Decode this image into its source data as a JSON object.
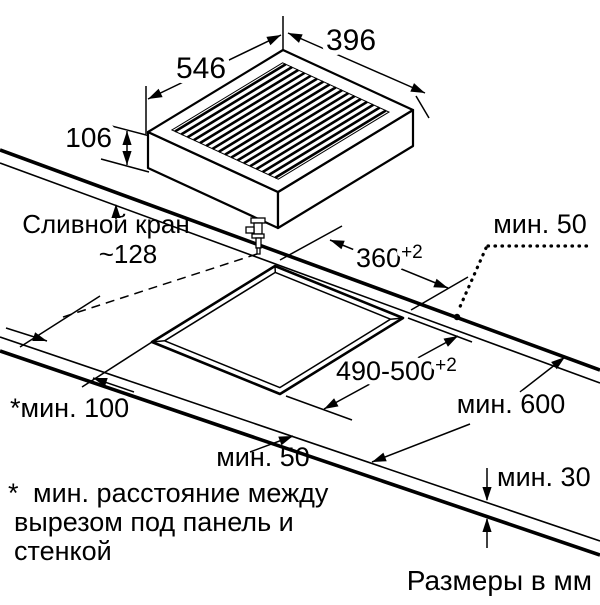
{
  "diagram": {
    "units_note": "Размеры в мм",
    "appliance": {
      "width_label": "546",
      "depth_label": "396",
      "build_in_height_label": "106",
      "drain_label": "Сливной кран",
      "drain_distance_label": "~128"
    },
    "cutout": {
      "depth_value": "360",
      "depth_tolerance": "+2",
      "width_value": "490-500",
      "width_tolerance": "+2"
    },
    "clearances": {
      "back_wall_min": "мин. 50",
      "side_wall_min": "*мин. 100",
      "worktop_depth_min": "мин. 600",
      "front_edge_min": "мин. 50",
      "worktop_thickness_min": "мин. 30"
    },
    "footnote": {
      "star": "*",
      "line1": "мин. расстояние между",
      "line2": "вырезом под панель и",
      "line3": "стенкой"
    },
    "colors": {
      "line": "#000000",
      "background": "#ffffff"
    }
  }
}
